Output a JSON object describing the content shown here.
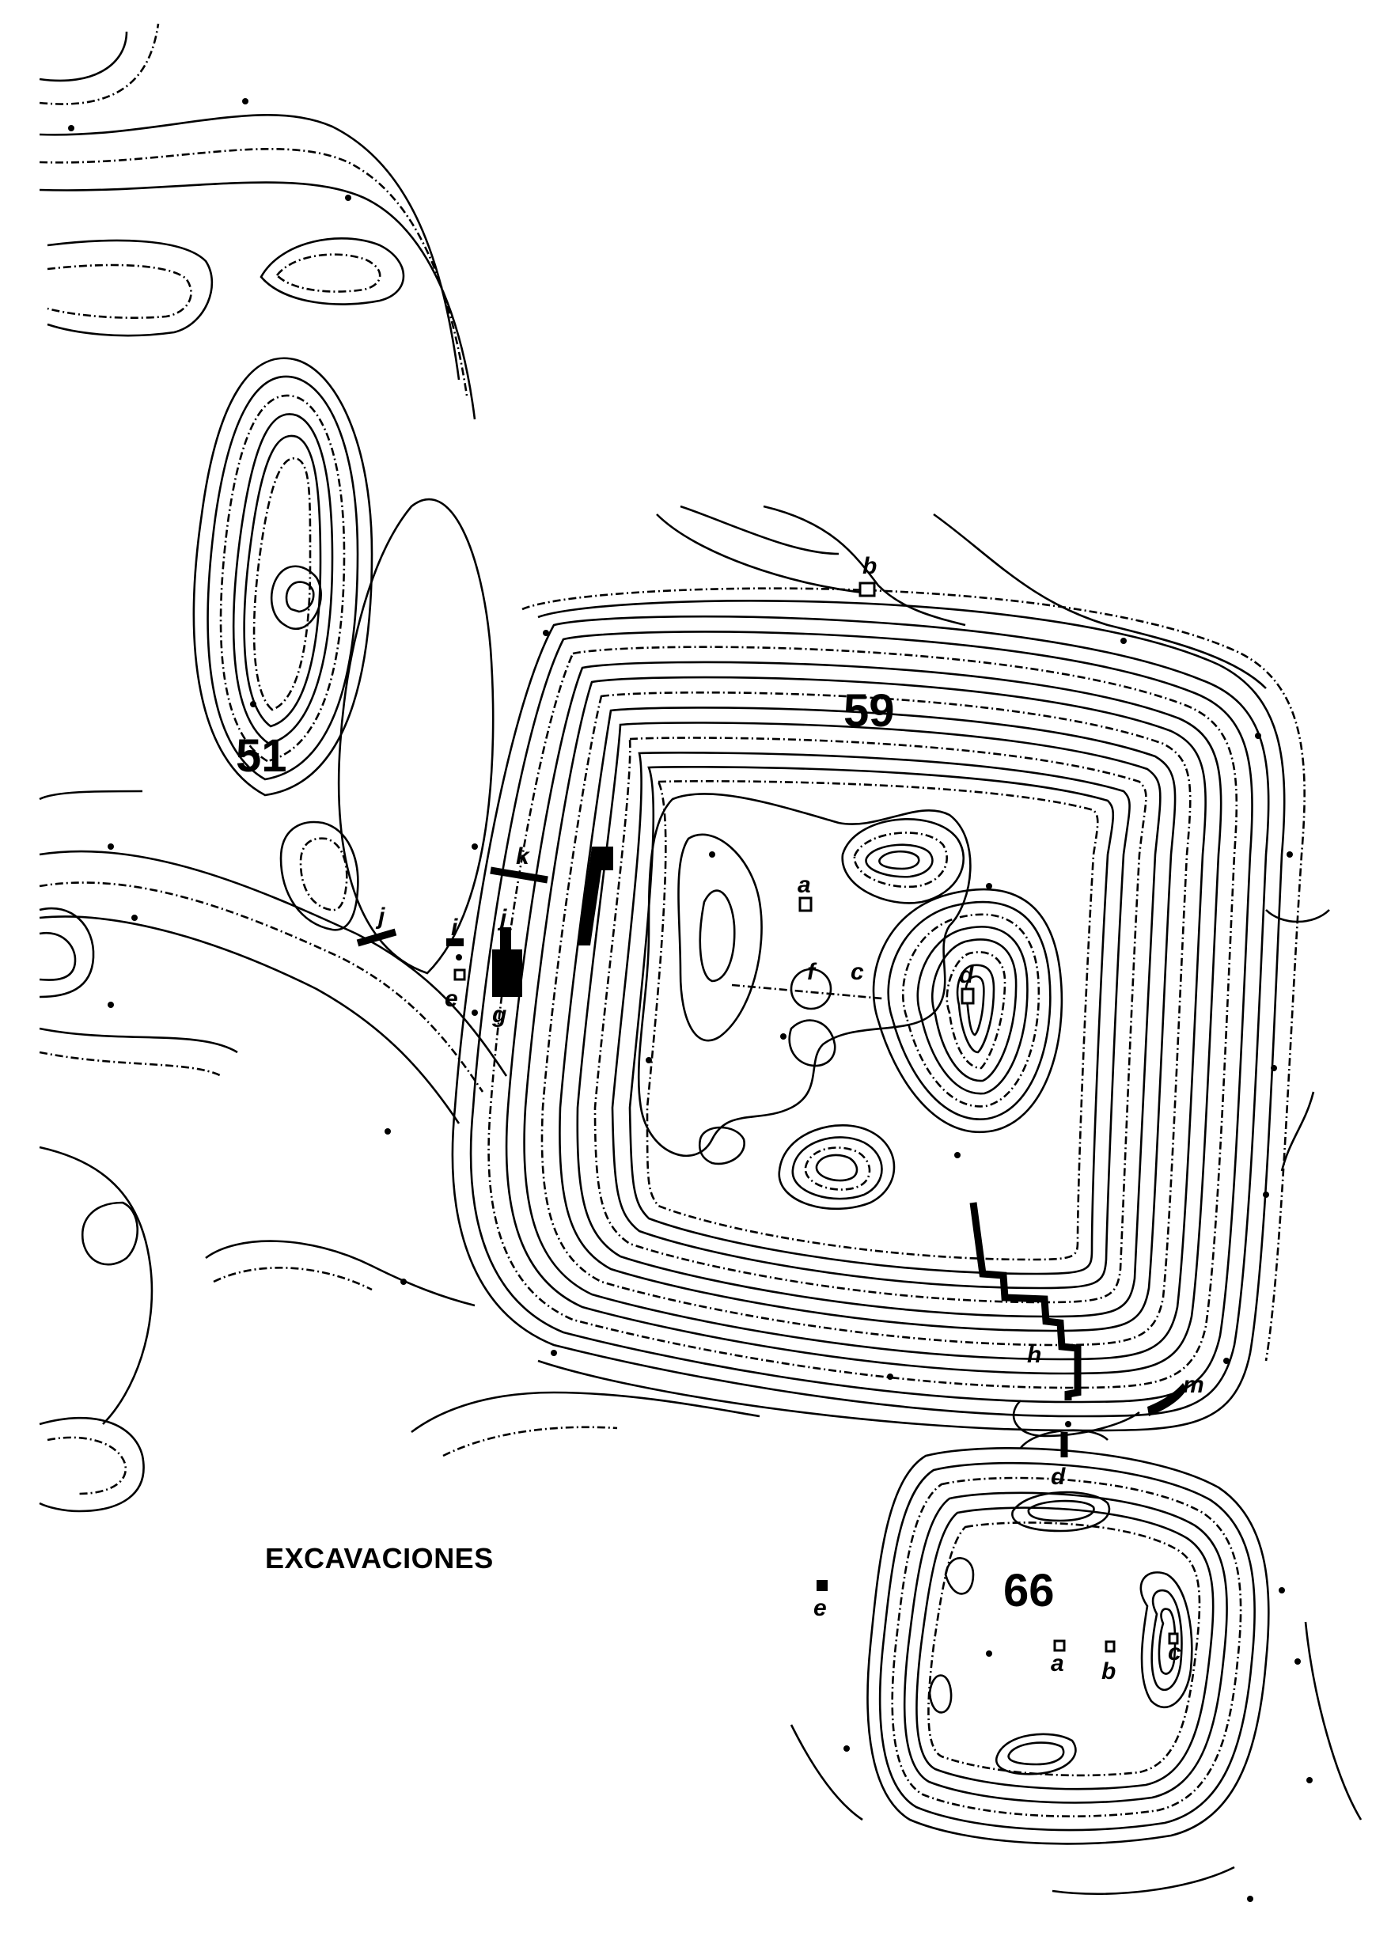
{
  "map": {
    "title": "EXCAVACIONES",
    "mounds": [
      {
        "id": "m51",
        "label": "51"
      },
      {
        "id": "m59",
        "label": "59"
      },
      {
        "id": "m66",
        "label": "66"
      }
    ],
    "excavation_labels": {
      "m59_a": "a",
      "m59_b": "b",
      "m59_c": "c",
      "m59_d": "d",
      "m59_e": "e",
      "m59_f": "f",
      "m59_g": "g",
      "m59_h": "h",
      "m59_i": "i",
      "m59_j": "j",
      "m59_k": "k",
      "m59_m": "m",
      "m59_j2": "j",
      "m66_a": "a",
      "m66_b": "b",
      "m66_c": "c",
      "m66_d": "d",
      "m66_e": "e"
    }
  }
}
